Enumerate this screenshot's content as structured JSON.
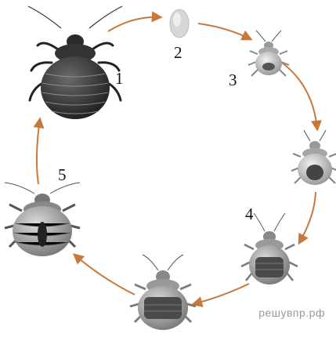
{
  "diagram": {
    "colors": {
      "arrow": "#c8783a",
      "adult": "#3a3a3a",
      "nymph": "#8a8a8a",
      "egg": "#d9d9d9"
    },
    "stage_labels": {
      "s1": "1",
      "s2": "2",
      "s3": "3",
      "s4": "4",
      "s5": "5"
    },
    "watermark": "решувпр.рф"
  }
}
